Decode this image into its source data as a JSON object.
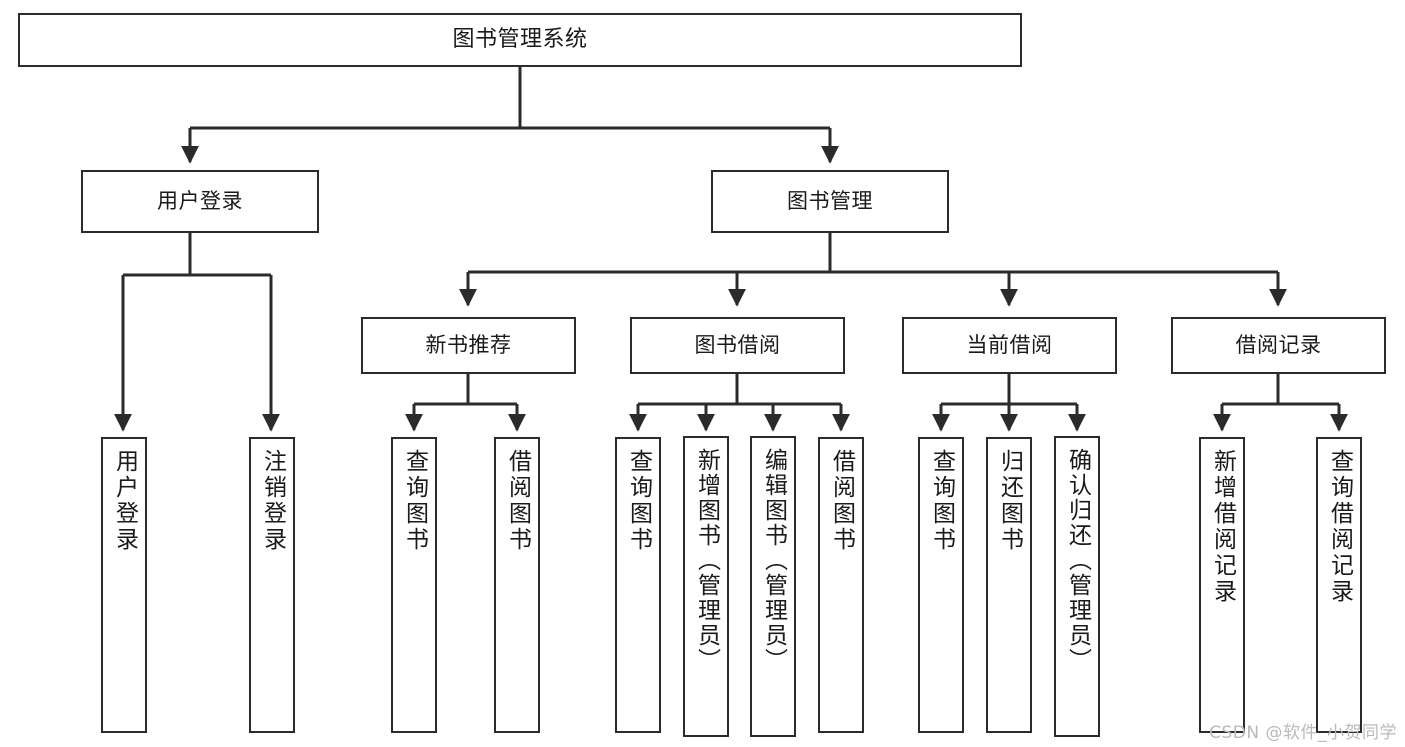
{
  "diagram": {
    "type": "tree",
    "title": "图书管理系统",
    "watermark": "CSDN @软件_小贺同学",
    "colors": {
      "box_border": "#2b2b2b",
      "box_fill": "#ffffff",
      "connector": "#2b2b2b",
      "text": "#1a1a1a",
      "watermark": "#b9b9b9"
    },
    "levels": {
      "root": {
        "label": "图书管理系统"
      },
      "level2": [
        {
          "label": "用户登录"
        },
        {
          "label": "图书管理"
        }
      ],
      "level3": [
        {
          "label": "新书推荐"
        },
        {
          "label": "图书借阅"
        },
        {
          "label": "当前借阅"
        },
        {
          "label": "借阅记录"
        }
      ],
      "leaves": [
        {
          "label": "用户登录",
          "parent": "用户登录"
        },
        {
          "label": "注销登录",
          "parent": "用户登录"
        },
        {
          "label": "查询图书",
          "parent": "新书推荐"
        },
        {
          "label": "借阅图书",
          "parent": "新书推荐"
        },
        {
          "label": "查询图书",
          "parent": "图书借阅"
        },
        {
          "label": "新增图书（管理员）",
          "parent": "图书借阅"
        },
        {
          "label": "编辑图书（管理员）",
          "parent": "图书借阅"
        },
        {
          "label": "借阅图书",
          "parent": "图书借阅"
        },
        {
          "label": "查询图书",
          "parent": "当前借阅"
        },
        {
          "label": "归还图书",
          "parent": "当前借阅"
        },
        {
          "label": "确认归还（管理员）",
          "parent": "当前借阅"
        },
        {
          "label": "新增借阅记录",
          "parent": "借阅记录"
        },
        {
          "label": "查询借阅记录",
          "parent": "借阅记录"
        }
      ]
    }
  }
}
